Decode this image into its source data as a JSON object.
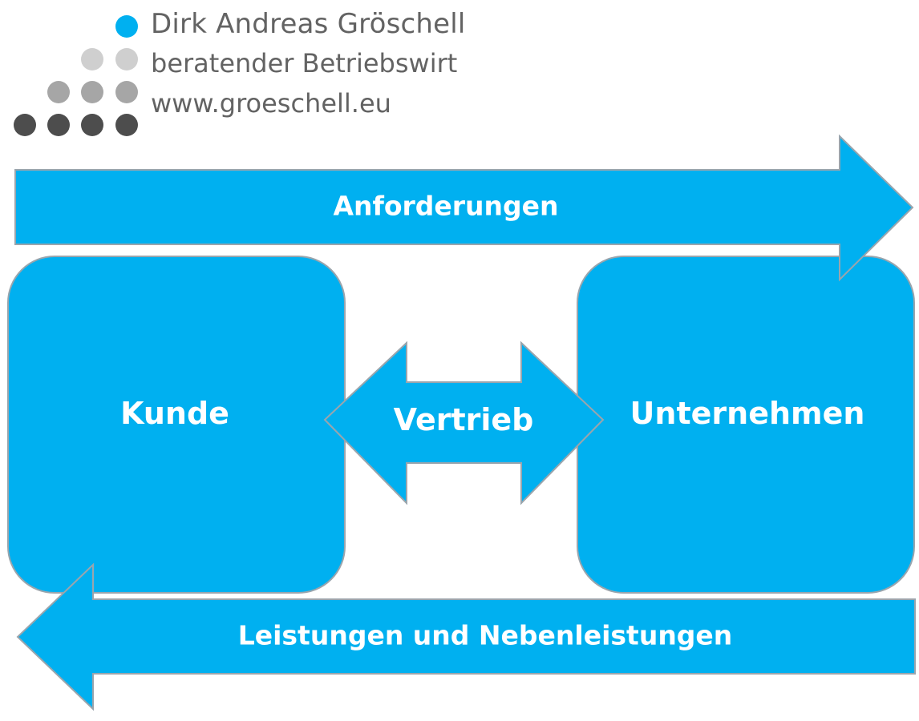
{
  "brand": {
    "name": "Dirk Andreas Gröschell",
    "subtitle": "beratender Betriebswirt",
    "website": "www.groeschell.eu"
  },
  "diagram": {
    "top_arrow_label": "Anforderungen",
    "left_box_label": "Kunde",
    "right_box_label": "Unternehmen",
    "center_arrow_label": "Vertrieb",
    "bottom_arrow_label": "Leistungen und Nebenleistungen"
  },
  "colors": {
    "primary_blue": "#00b0f0",
    "outline_grey": "#9aa5ad",
    "dot_light": "#cfcfcf",
    "dot_mid": "#a6a6a6",
    "dot_dark": "#4d4d4d",
    "text_grey": "#636363"
  }
}
